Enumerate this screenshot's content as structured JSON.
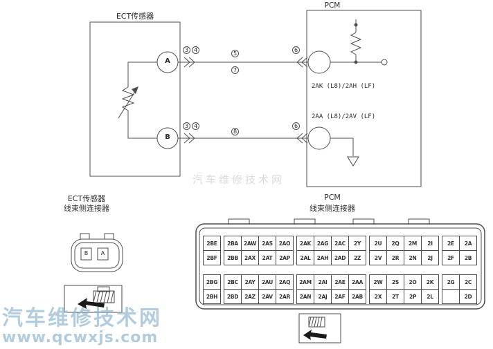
{
  "diagram": {
    "sensor": {
      "title": "ECT传感器",
      "pin_a": "A",
      "pin_b": "B"
    },
    "pcm": {
      "title": "PCM",
      "pin1_label": "2AK (L8)/2AH (LF)",
      "pin2_label": "2AA (L8)/2AV (LF)"
    },
    "markers": {
      "a_near": [
        "3",
        "4"
      ],
      "a_mid_top": "5",
      "a_mid_bottom": "7",
      "a_end": "6",
      "b_near": [
        "3",
        "4"
      ],
      "b_mid": "8",
      "b_end": "6"
    }
  },
  "connector_section": {
    "ect_label_line1": "ECT传感器",
    "ect_label_line2": "线束侧连接器",
    "pcm_label_line1": "PCM",
    "pcm_label_line2": "线束侧连接器",
    "ect_pins": {
      "left": "B",
      "right": "A"
    }
  },
  "pcm_connector_grid": {
    "rows": [
      [
        "2BE",
        "2BA",
        "2AW",
        "2AS",
        "2AO",
        "2AK",
        "2AG",
        "2AC",
        "2Y",
        "2U",
        "2Q",
        "2M",
        "2I",
        "2E",
        "2A"
      ],
      [
        "2BF",
        "2BB",
        "2AX",
        "2AT",
        "2AP",
        "2AL",
        "2AH",
        "2AD",
        "2Z",
        "2V",
        "2R",
        "2N",
        "2J",
        "2F",
        "2B"
      ],
      [
        "2BG",
        "2BC",
        "2AY",
        "2AU",
        "2AQ",
        "2AM",
        "2AI",
        "2AE",
        "2AA",
        "2W",
        "2S",
        "2O",
        "2K",
        "2G",
        "2C"
      ],
      [
        "2BH",
        "2BD",
        "2AZ",
        "2AV",
        "2AR",
        "2AN",
        "2AJ",
        "2AF",
        "2AB",
        "2X",
        "2T",
        "2P",
        "2L",
        "",
        "2D"
      ]
    ]
  },
  "watermark": {
    "site_name": "汽车维修技术网",
    "site_url": "www.qcwxjs.com",
    "faint_center": "汽车维修技术网"
  }
}
